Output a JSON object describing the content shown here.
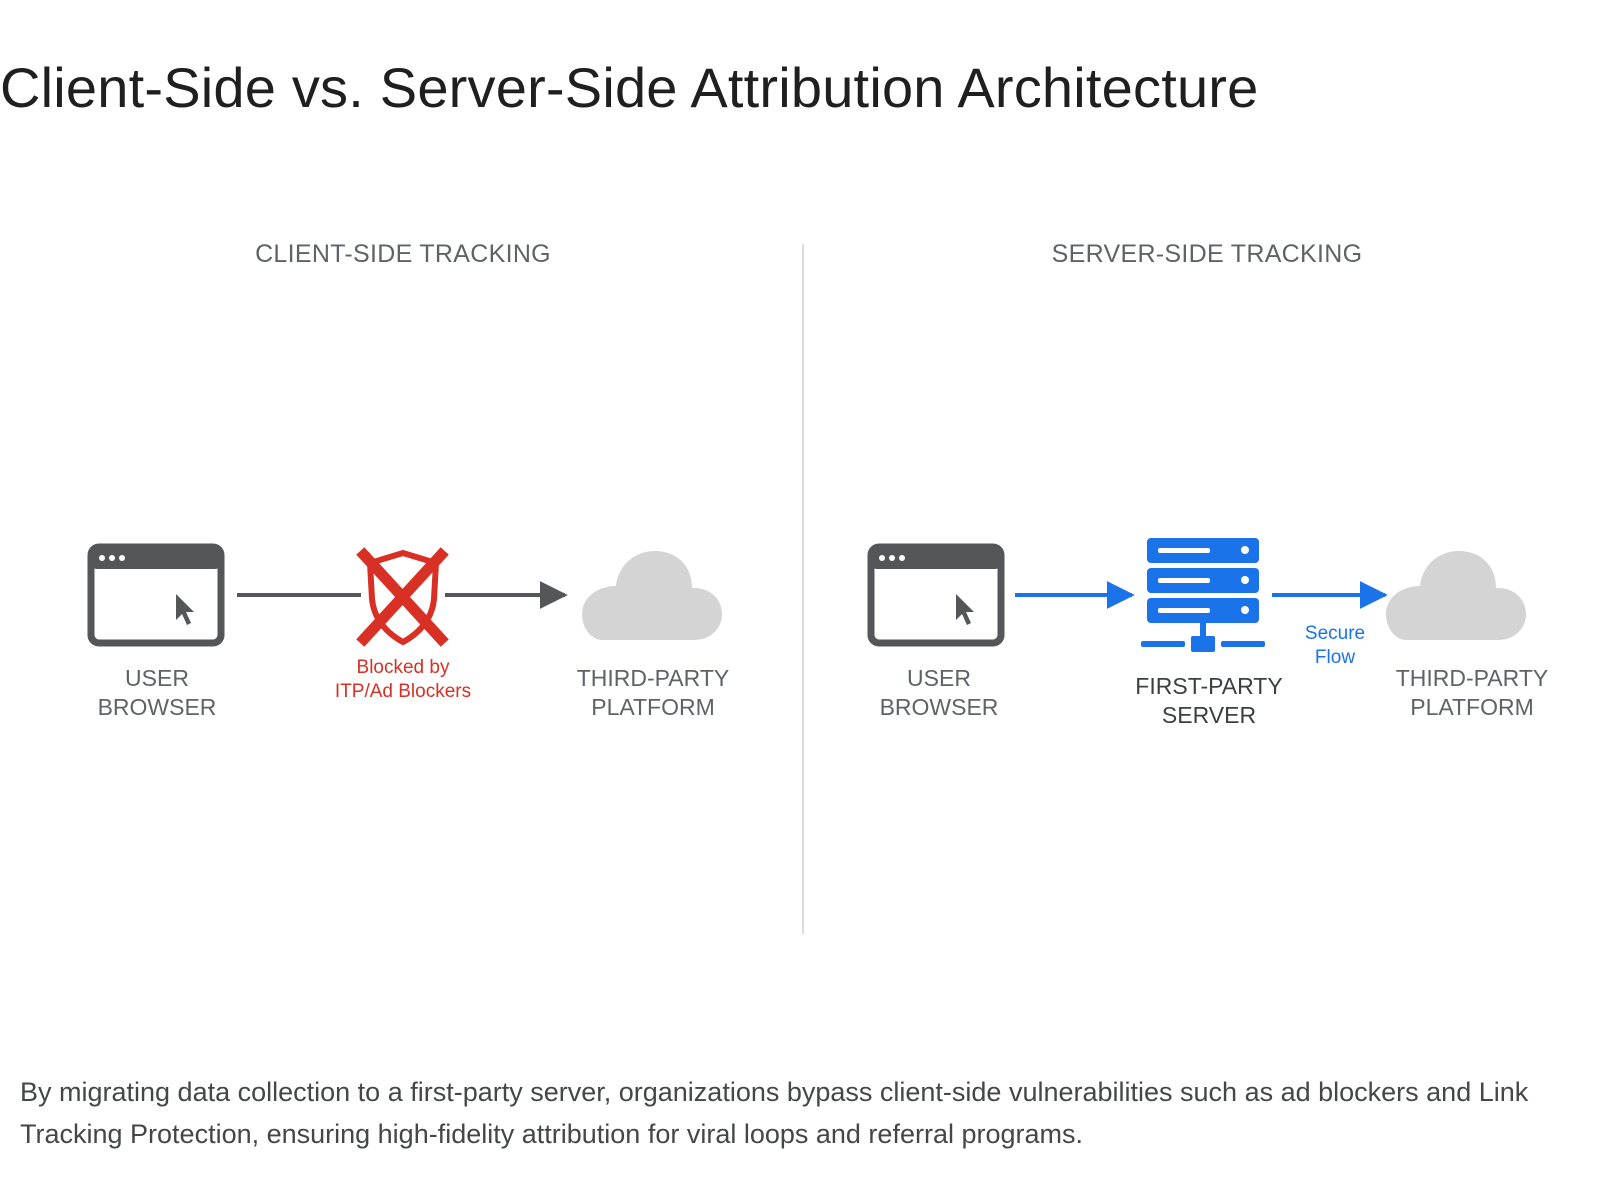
{
  "title": "Client-Side vs. Server-Side Attribution Architecture",
  "diagram": {
    "left_panel": {
      "heading": "CLIENT-SIDE TRACKING",
      "browser": {
        "line1": "USER",
        "line2": "BROWSER",
        "icon": "browser-window-icon"
      },
      "blocker": {
        "line1": "Blocked by",
        "line2": "ITP/Ad Blockers",
        "icon": "blocked-shield-icon"
      },
      "platform": {
        "line1": "THIRD-PARTY",
        "line2": "PLATFORM",
        "icon": "cloud-icon"
      }
    },
    "right_panel": {
      "heading": "SERVER-SIDE TRACKING",
      "browser": {
        "line1": "USER",
        "line2": "BROWSER",
        "icon": "browser-window-icon"
      },
      "server": {
        "line1": "FIRST-PARTY",
        "line2": "SERVER",
        "icon": "server-stack-icon"
      },
      "flow": {
        "line1": "Secure",
        "line2": "Flow"
      },
      "platform": {
        "line1": "THIRD-PARTY",
        "line2": "PLATFORM",
        "icon": "cloud-icon"
      }
    },
    "colors": {
      "dark_gray": "#5f6368",
      "icon_gray": "#54565a",
      "cloud_gray": "#d4d4d4",
      "block_red": "#d93025",
      "flow_blue": "#1a73e8",
      "divider": "#dadce0"
    }
  },
  "caption": "By migrating data collection to a first-party server, organizations bypass client-side vulnerabilities such as ad blockers and Link Tracking Protection, ensuring high-fidelity attribution for viral loops and referral programs."
}
